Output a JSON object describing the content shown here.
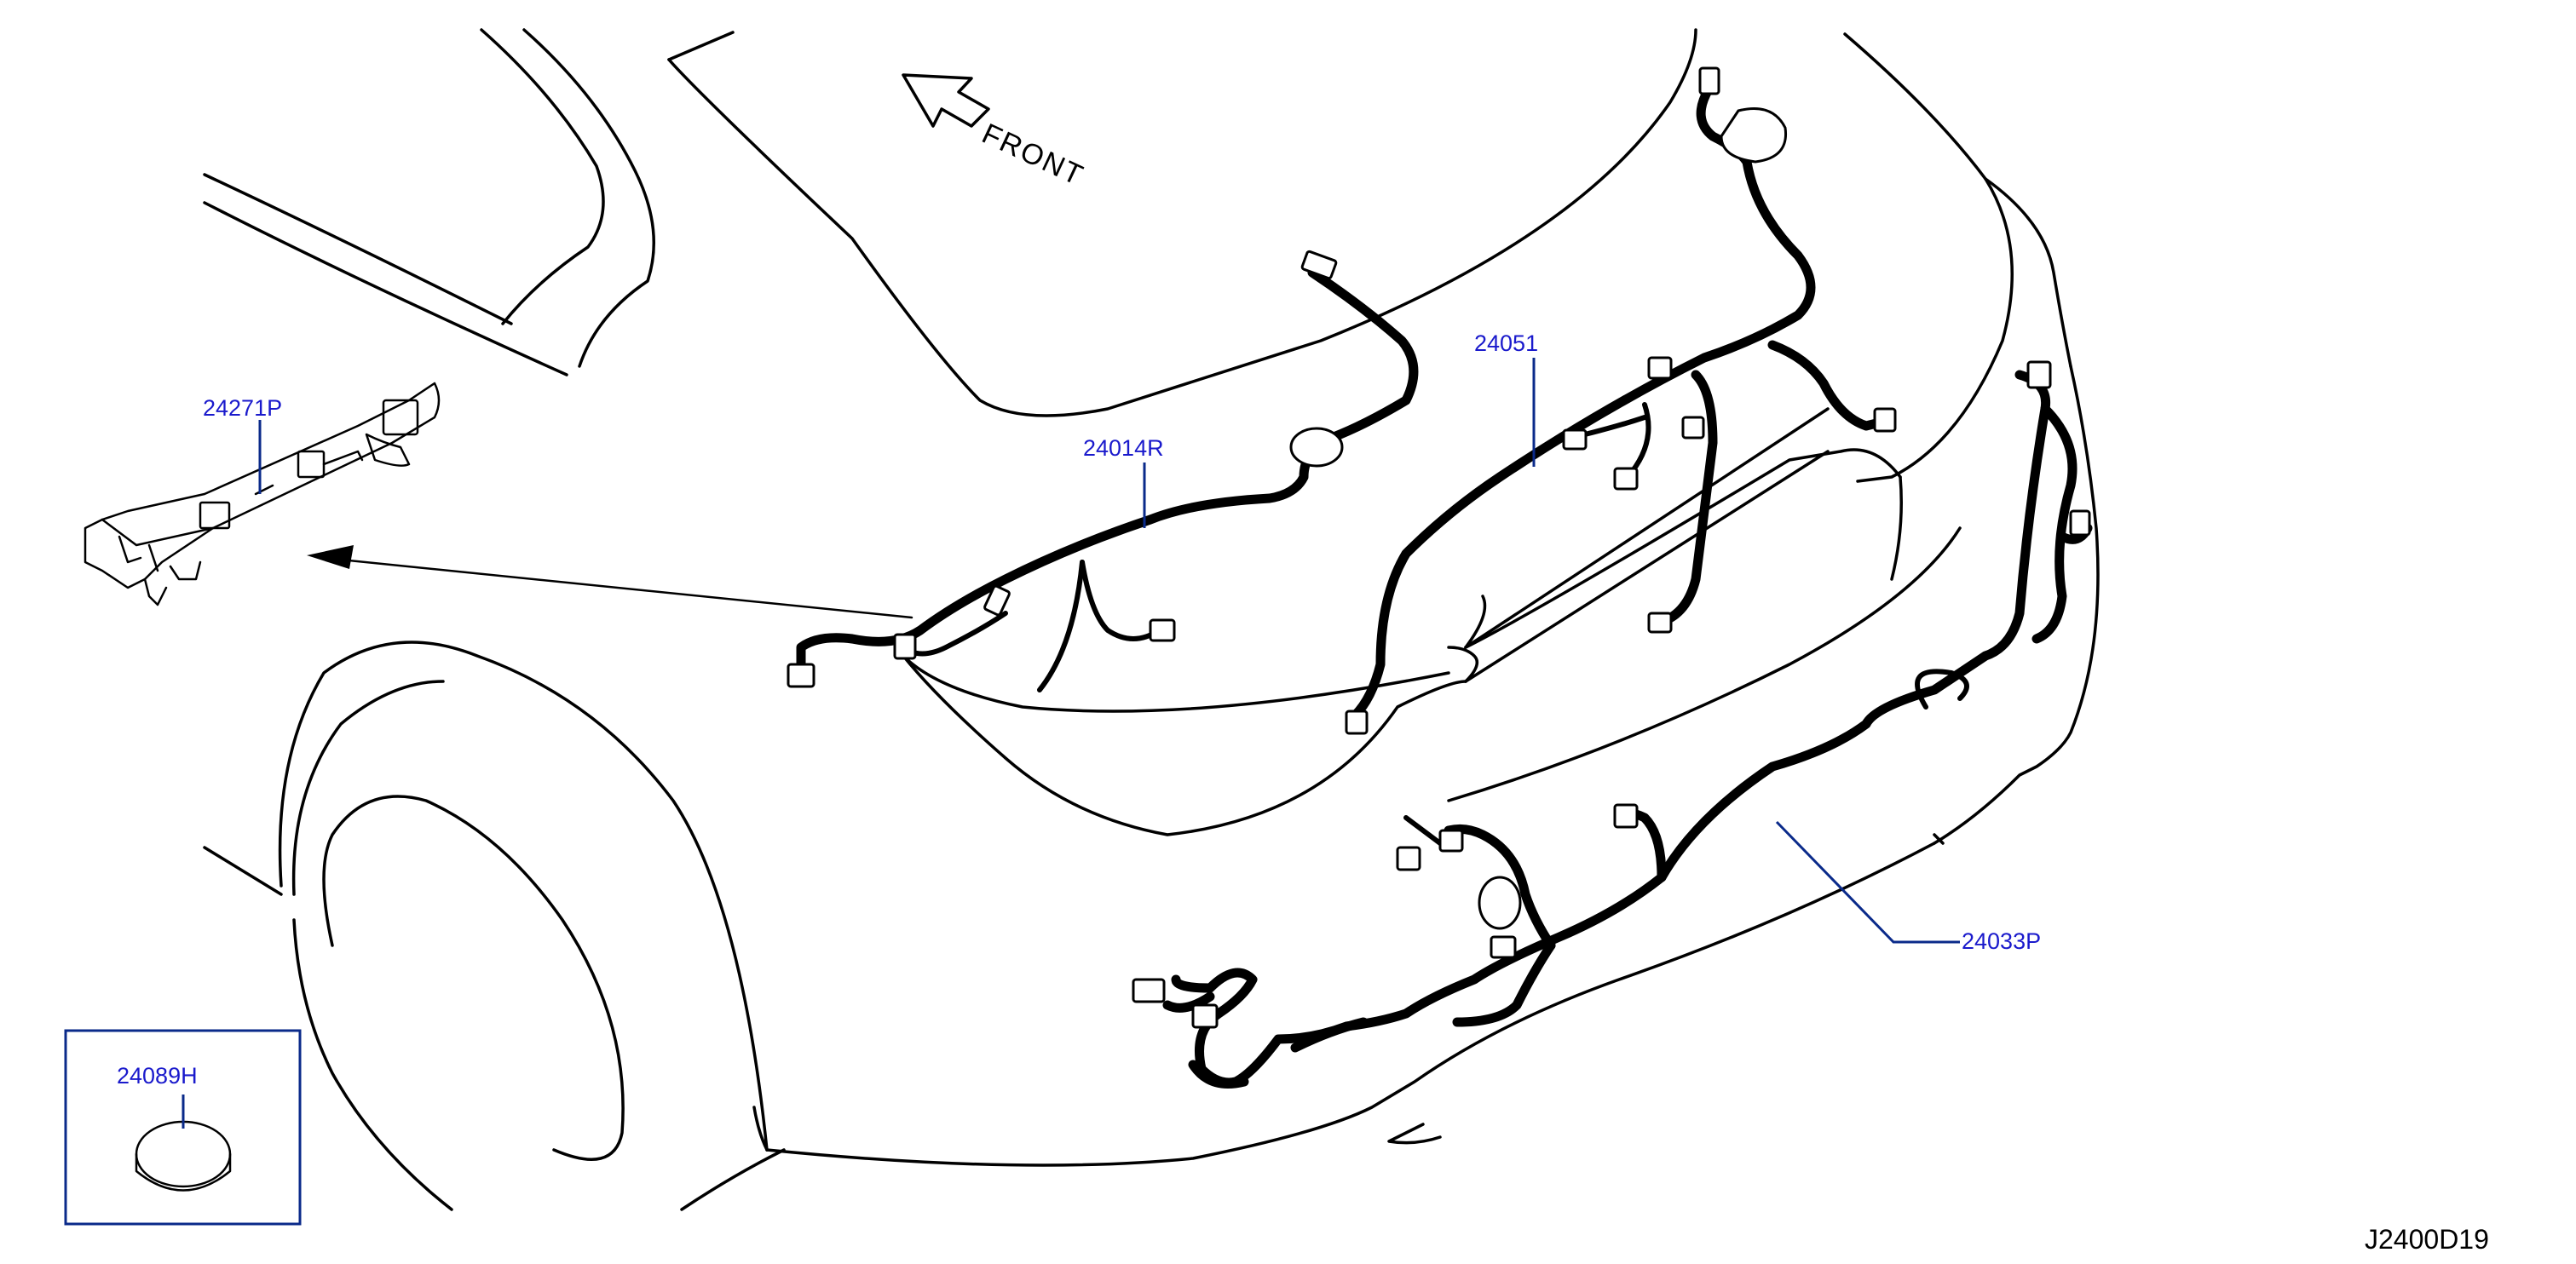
{
  "direction_label": "FRONT",
  "diagram_code": "J2400D19",
  "parts": {
    "bracket": "24271P",
    "harness_left": "24014R",
    "harness_main": "24051",
    "harness_bumper": "24033P",
    "grommet": "24089H"
  }
}
